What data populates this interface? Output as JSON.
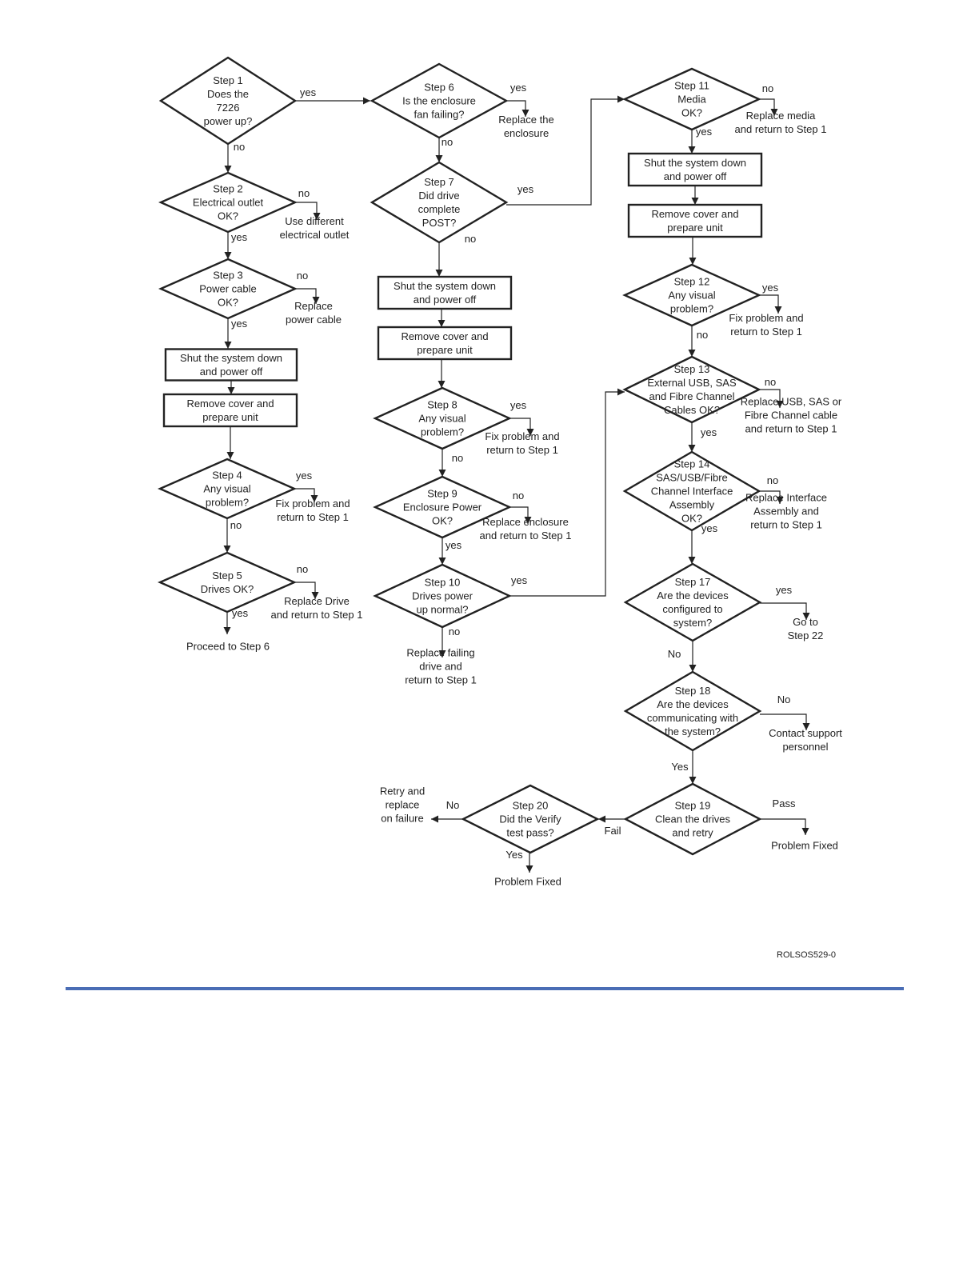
{
  "diagram": {
    "figure_id": "ROLSOS529-0",
    "nodes": [
      {
        "id": "step1",
        "kind": "decision",
        "lines": [
          "Step 1",
          "Does the",
          "7226",
          "power up?"
        ]
      },
      {
        "id": "step2",
        "kind": "decision",
        "lines": [
          "Step 2",
          "Electrical outlet",
          "OK?"
        ]
      },
      {
        "id": "step3",
        "kind": "decision",
        "lines": [
          "Step 3",
          "Power cable",
          "OK?"
        ]
      },
      {
        "id": "shut1",
        "kind": "process",
        "lines": [
          "Shut the system down",
          "and power off"
        ]
      },
      {
        "id": "remove1",
        "kind": "process",
        "lines": [
          "Remove cover and",
          "prepare unit"
        ]
      },
      {
        "id": "step4",
        "kind": "decision",
        "lines": [
          "Step 4",
          "Any visual",
          "problem?"
        ]
      },
      {
        "id": "step5",
        "kind": "decision",
        "lines": [
          "Step 5",
          "Drives OK?"
        ]
      },
      {
        "id": "step6",
        "kind": "decision",
        "lines": [
          "Step 6",
          "Is the enclosure",
          "fan failing?"
        ]
      },
      {
        "id": "step7",
        "kind": "decision",
        "lines": [
          "Step 7",
          "Did drive",
          "complete",
          "POST?"
        ]
      },
      {
        "id": "shut2",
        "kind": "process",
        "lines": [
          "Shut the system down",
          "and power off"
        ]
      },
      {
        "id": "remove2",
        "kind": "process",
        "lines": [
          "Remove cover and",
          "prepare unit"
        ]
      },
      {
        "id": "step8",
        "kind": "decision",
        "lines": [
          "Step 8",
          "Any visual",
          "problem?"
        ]
      },
      {
        "id": "step9",
        "kind": "decision",
        "lines": [
          "Step 9",
          "Enclosure Power",
          "OK?"
        ]
      },
      {
        "id": "step10",
        "kind": "decision",
        "lines": [
          "Step 10",
          "Drives power",
          "up normal?"
        ]
      },
      {
        "id": "step11",
        "kind": "decision",
        "lines": [
          "Step 11",
          "Media",
          "OK?"
        ]
      },
      {
        "id": "shut3",
        "kind": "process",
        "lines": [
          "Shut the system down",
          "and power off"
        ]
      },
      {
        "id": "remove3",
        "kind": "process",
        "lines": [
          "Remove cover and",
          "prepare unit"
        ]
      },
      {
        "id": "step12",
        "kind": "decision",
        "lines": [
          "Step 12",
          "Any visual",
          "problem?"
        ]
      },
      {
        "id": "step13",
        "kind": "decision",
        "lines": [
          "Step 13",
          "External USB, SAS",
          "and Fibre Channel",
          "Cables OK?"
        ]
      },
      {
        "id": "step14",
        "kind": "decision",
        "lines": [
          "Step 14",
          "SAS/USB/Fibre",
          "Channel Interface",
          "Assembly",
          "OK?"
        ]
      },
      {
        "id": "step17",
        "kind": "decision",
        "lines": [
          "Step 17",
          "Are the devices",
          "configured to",
          "system?"
        ]
      },
      {
        "id": "step18",
        "kind": "decision",
        "lines": [
          "Step 18",
          "Are the devices",
          "communicating with",
          "the system?"
        ]
      },
      {
        "id": "step19",
        "kind": "decision",
        "lines": [
          "Step 19",
          "Clean the drives",
          "and retry"
        ]
      },
      {
        "id": "step20",
        "kind": "decision",
        "lines": [
          "Step 20",
          "Did the Verify",
          "test pass?"
        ]
      },
      {
        "id": "out-diff-outlet",
        "kind": "outcome",
        "lines": [
          "Use different",
          "electrical outlet"
        ]
      },
      {
        "id": "out-replace-cable",
        "kind": "outcome",
        "lines": [
          "Replace",
          "power cable"
        ]
      },
      {
        "id": "out-fix-4",
        "kind": "outcome",
        "lines": [
          "Fix problem and",
          "return to Step 1"
        ]
      },
      {
        "id": "out-replace-drive",
        "kind": "outcome",
        "lines": [
          "Replace Drive",
          "and return to Step 1"
        ]
      },
      {
        "id": "out-proceed-6",
        "kind": "outcome",
        "lines": [
          "Proceed to Step 6"
        ]
      },
      {
        "id": "out-replace-enclosure",
        "kind": "outcome",
        "lines": [
          "Replace the",
          "enclosure"
        ]
      },
      {
        "id": "out-fix-8",
        "kind": "outcome",
        "lines": [
          "Fix problem and",
          "return to Step 1"
        ]
      },
      {
        "id": "out-replace-enc-9",
        "kind": "outcome",
        "lines": [
          "Replace enclosure",
          "and return to Step 1"
        ]
      },
      {
        "id": "out-replace-failing",
        "kind": "outcome",
        "lines": [
          "Replace failing",
          "drive and",
          "return to Step 1"
        ]
      },
      {
        "id": "out-replace-media",
        "kind": "outcome",
        "lines": [
          "Replace media",
          "and return to Step 1"
        ]
      },
      {
        "id": "out-fix-12",
        "kind": "outcome",
        "lines": [
          "Fix problem and",
          "return to Step 1"
        ]
      },
      {
        "id": "out-replace-usb",
        "kind": "outcome",
        "lines": [
          "Replace USB, SAS or",
          "Fibre Channel cable",
          "and return to Step 1"
        ]
      },
      {
        "id": "out-replace-interface",
        "kind": "outcome",
        "lines": [
          "Replace Interface",
          "Assembly and",
          "return to Step 1"
        ]
      },
      {
        "id": "out-goto-22",
        "kind": "outcome",
        "lines": [
          "Go to",
          "Step 22"
        ]
      },
      {
        "id": "out-contact",
        "kind": "outcome",
        "lines": [
          "Contact support",
          "personnel"
        ]
      },
      {
        "id": "out-fixed-19",
        "kind": "outcome",
        "lines": [
          "Problem Fixed"
        ]
      },
      {
        "id": "out-fixed-20",
        "kind": "outcome",
        "lines": [
          "Problem Fixed"
        ]
      },
      {
        "id": "out-retry",
        "kind": "outcome",
        "lines": [
          "Retry and",
          "replace",
          "on failure"
        ]
      }
    ],
    "edges": [
      {
        "from": "step1",
        "to": "step6",
        "label": "yes"
      },
      {
        "from": "step1",
        "to": "step2",
        "label": "no"
      },
      {
        "from": "step2",
        "to": "out-diff-outlet",
        "label": "no"
      },
      {
        "from": "step2",
        "to": "step3",
        "label": "yes"
      },
      {
        "from": "step3",
        "to": "out-replace-cable",
        "label": "no"
      },
      {
        "from": "step3",
        "to": "shut1",
        "label": "yes"
      },
      {
        "from": "shut1",
        "to": "remove1",
        "label": ""
      },
      {
        "from": "remove1",
        "to": "step4",
        "label": ""
      },
      {
        "from": "step4",
        "to": "out-fix-4",
        "label": "yes"
      },
      {
        "from": "step4",
        "to": "step5",
        "label": "no"
      },
      {
        "from": "step5",
        "to": "out-replace-drive",
        "label": "no"
      },
      {
        "from": "step5",
        "to": "out-proceed-6",
        "label": "yes"
      },
      {
        "from": "step6",
        "to": "out-replace-enclosure",
        "label": "yes"
      },
      {
        "from": "step6",
        "to": "step7",
        "label": "no"
      },
      {
        "from": "step7",
        "to": "step11",
        "label": "yes"
      },
      {
        "from": "step7",
        "to": "shut2",
        "label": "no"
      },
      {
        "from": "shut2",
        "to": "remove2",
        "label": ""
      },
      {
        "from": "remove2",
        "to": "step8",
        "label": ""
      },
      {
        "from": "step8",
        "to": "out-fix-8",
        "label": "yes"
      },
      {
        "from": "step8",
        "to": "step9",
        "label": "no"
      },
      {
        "from": "step9",
        "to": "out-replace-enc-9",
        "label": "no"
      },
      {
        "from": "step9",
        "to": "step10",
        "label": "yes"
      },
      {
        "from": "step10",
        "to": "step13",
        "label": "yes"
      },
      {
        "from": "step10",
        "to": "out-replace-failing",
        "label": "no"
      },
      {
        "from": "step11",
        "to": "out-replace-media",
        "label": "no"
      },
      {
        "from": "step11",
        "to": "shut3",
        "label": "yes"
      },
      {
        "from": "shut3",
        "to": "remove3",
        "label": ""
      },
      {
        "from": "remove3",
        "to": "step12",
        "label": ""
      },
      {
        "from": "step12",
        "to": "out-fix-12",
        "label": "yes"
      },
      {
        "from": "step12",
        "to": "step13",
        "label": "no"
      },
      {
        "from": "step13",
        "to": "out-replace-usb",
        "label": "no"
      },
      {
        "from": "step13",
        "to": "step14",
        "label": "yes"
      },
      {
        "from": "step14",
        "to": "out-replace-interface",
        "label": "no"
      },
      {
        "from": "step14",
        "to": "step17",
        "label": "yes"
      },
      {
        "from": "step17",
        "to": "out-goto-22",
        "label": "yes"
      },
      {
        "from": "step17",
        "to": "step18",
        "label": "No"
      },
      {
        "from": "step18",
        "to": "out-contact",
        "label": "No"
      },
      {
        "from": "step18",
        "to": "step19",
        "label": "Yes"
      },
      {
        "from": "step19",
        "to": "out-fixed-19",
        "label": "Pass"
      },
      {
        "from": "step19",
        "to": "step20",
        "label": "Fail"
      },
      {
        "from": "step20",
        "to": "out-retry",
        "label": "No"
      },
      {
        "from": "step20",
        "to": "out-fixed-20",
        "label": "Yes"
      }
    ]
  },
  "colors": {
    "line": "#222222",
    "text": "#222222",
    "footer_rule": "#4a6db5",
    "background": "#ffffff"
  }
}
